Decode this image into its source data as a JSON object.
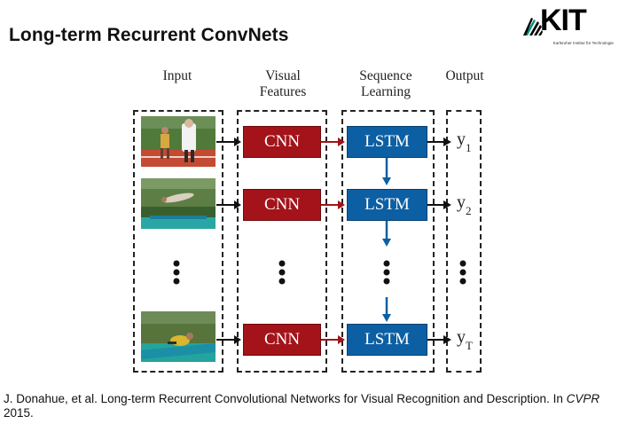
{
  "slide": {
    "title": "Long-term Recurrent ConvNets"
  },
  "logo": {
    "text": "KIT",
    "subtitle": "Karlsruher Institut für Technologie"
  },
  "diagram": {
    "headers": {
      "input": "Input",
      "visual_line1": "Visual",
      "visual_line2": "Features",
      "sequence_line1": "Sequence",
      "sequence_line2": "Learning",
      "output": "Output"
    },
    "cnn_label": "CNN",
    "lstm_label": "LSTM",
    "outputs": [
      {
        "base": "y",
        "sub": "1"
      },
      {
        "base": "y",
        "sub": "2"
      },
      {
        "base": "y",
        "sub": "T"
      }
    ],
    "colors": {
      "cnn": "#a31319",
      "lstm": "#0d5fa3",
      "cnn_arrow": "#a31319",
      "lstm_arrow": "#0d5fa3"
    }
  },
  "citation": {
    "part1": "J. Donahue, et al. Long-term Recurrent Convolutional Networks for Visual Recognition and Description. In ",
    "venue": "CVPR",
    "part2": " 2015."
  }
}
